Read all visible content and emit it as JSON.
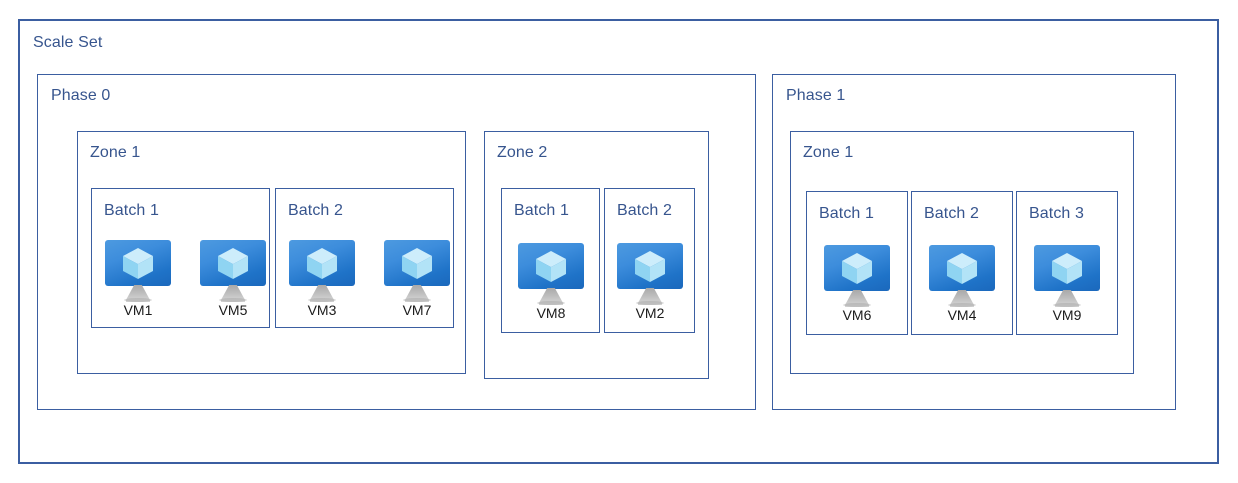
{
  "diagram": {
    "title": "Scale Set",
    "phases": [
      {
        "label": "Phase 0",
        "zones": [
          {
            "label": "Zone 1",
            "batches": [
              {
                "label": "Batch 1",
                "vms": [
                  {
                    "name": "VM1",
                    "icon": "virtual-machine-icon"
                  },
                  {
                    "name": "VM5",
                    "icon": "virtual-machine-icon"
                  }
                ]
              },
              {
                "label": "Batch 2",
                "vms": [
                  {
                    "name": "VM3",
                    "icon": "virtual-machine-icon"
                  },
                  {
                    "name": "VM7",
                    "icon": "virtual-machine-icon"
                  }
                ]
              }
            ]
          },
          {
            "label": "Zone 2",
            "batches": [
              {
                "label": "Batch 1",
                "vms": [
                  {
                    "name": "VM8",
                    "icon": "virtual-machine-icon"
                  }
                ]
              },
              {
                "label": "Batch 2",
                "vms": [
                  {
                    "name": "VM2",
                    "icon": "virtual-machine-icon"
                  }
                ]
              }
            ]
          }
        ]
      },
      {
        "label": "Phase 1",
        "zones": [
          {
            "label": "Zone 1",
            "batches": [
              {
                "label": "Batch 1",
                "vms": [
                  {
                    "name": "VM6",
                    "icon": "virtual-machine-icon"
                  }
                ]
              },
              {
                "label": "Batch 2",
                "vms": [
                  {
                    "name": "VM4",
                    "icon": "virtual-machine-icon"
                  }
                ]
              },
              {
                "label": "Batch 3",
                "vms": [
                  {
                    "name": "VM9",
                    "icon": "virtual-machine-icon"
                  }
                ]
              }
            ]
          }
        ]
      }
    ],
    "colors": {
      "border": "#3B5EA1",
      "title_text": "#37558E",
      "vm_label_text": "#1a1a1a",
      "screen_blue": "#2A80D2",
      "cube_light": "#CDEDFB",
      "background": "#ffffff"
    }
  }
}
